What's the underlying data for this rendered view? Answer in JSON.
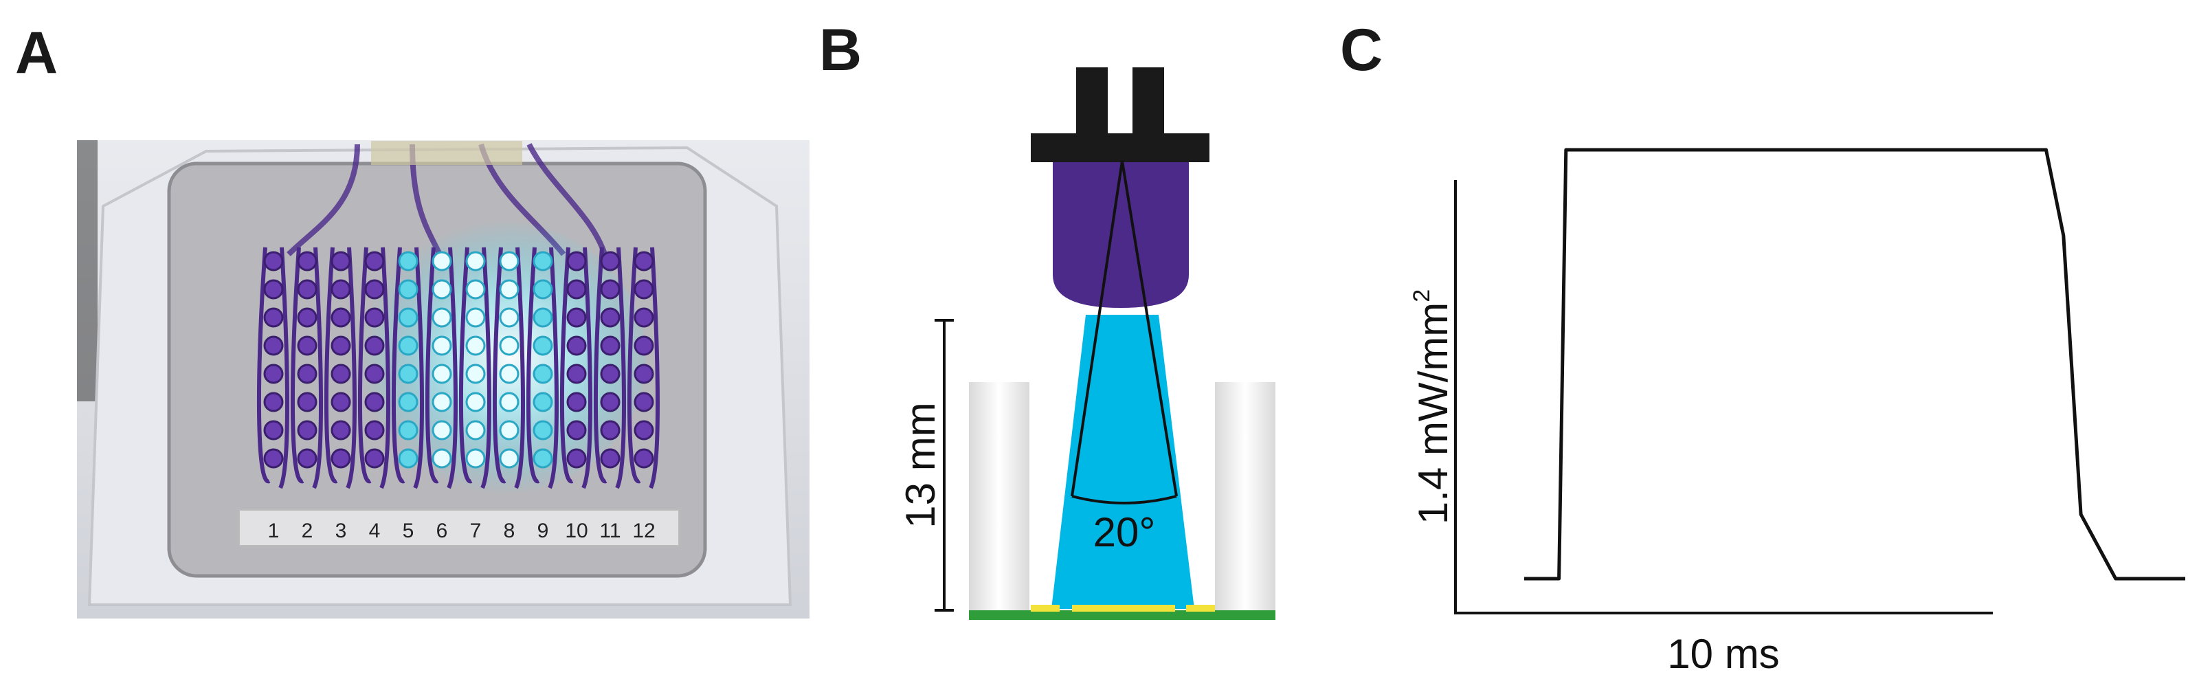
{
  "panels": {
    "a": {
      "letter": "A",
      "column_labels": [
        "1",
        "2",
        "3",
        "4",
        "5",
        "6",
        "7",
        "8",
        "9",
        "10",
        "11",
        "12"
      ]
    },
    "b": {
      "letter": "B",
      "distance_label": "13 mm",
      "angle_label": "20°"
    },
    "c": {
      "letter": "C",
      "y_scale_label": "1.4 mW/mm",
      "y_scale_exponent": "2",
      "x_scale_label": "10 ms"
    }
  },
  "colors": {
    "led_body": "#4b2a8a",
    "led_connector": "#1a1a1a",
    "light_beam": "#00b8e6",
    "well_wall": "#e6e6e6",
    "pcb_green": "#2e9d3a",
    "led_pad_yellow": "#f3e23a",
    "trace": "#111111",
    "photo_frame": "#dcdde3",
    "photo_plate": "#b9b9bd"
  },
  "chart_data": {
    "type": "line",
    "title": "",
    "xlabel": "10 ms",
    "ylabel": "1.4 mW/mm2",
    "series": [
      {
        "values": [
          [
            0,
            0
          ],
          [
            2,
            0
          ],
          [
            2.4,
            1.0
          ],
          [
            3.2,
            1.0
          ],
          [
            30,
            1.0
          ],
          [
            31,
            0.8
          ],
          [
            32,
            0.15
          ],
          [
            34,
            0
          ],
          [
            38,
            0
          ]
        ]
      }
    ]
  }
}
